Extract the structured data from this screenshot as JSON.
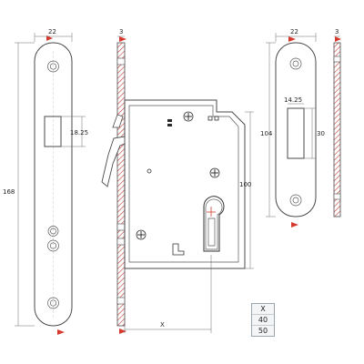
{
  "drawing": {
    "left_plate": {
      "width_label": "22",
      "height_label": "168",
      "latch_label": "18.25"
    },
    "side_view": {
      "thickness_label": "3",
      "case_height_label": "100",
      "backset_label": "X"
    },
    "strike_plate": {
      "width_label": "22",
      "thickness_label": "3",
      "height_label": "104",
      "opening_width_label": "14.25",
      "opening_height_label": "30"
    },
    "backset_table": {
      "header": "X",
      "rows": [
        "40",
        "50"
      ]
    },
    "colors": {
      "arrow": "#d63a2f",
      "hatch": "#c23a30",
      "line": "#4a4a4a"
    }
  }
}
